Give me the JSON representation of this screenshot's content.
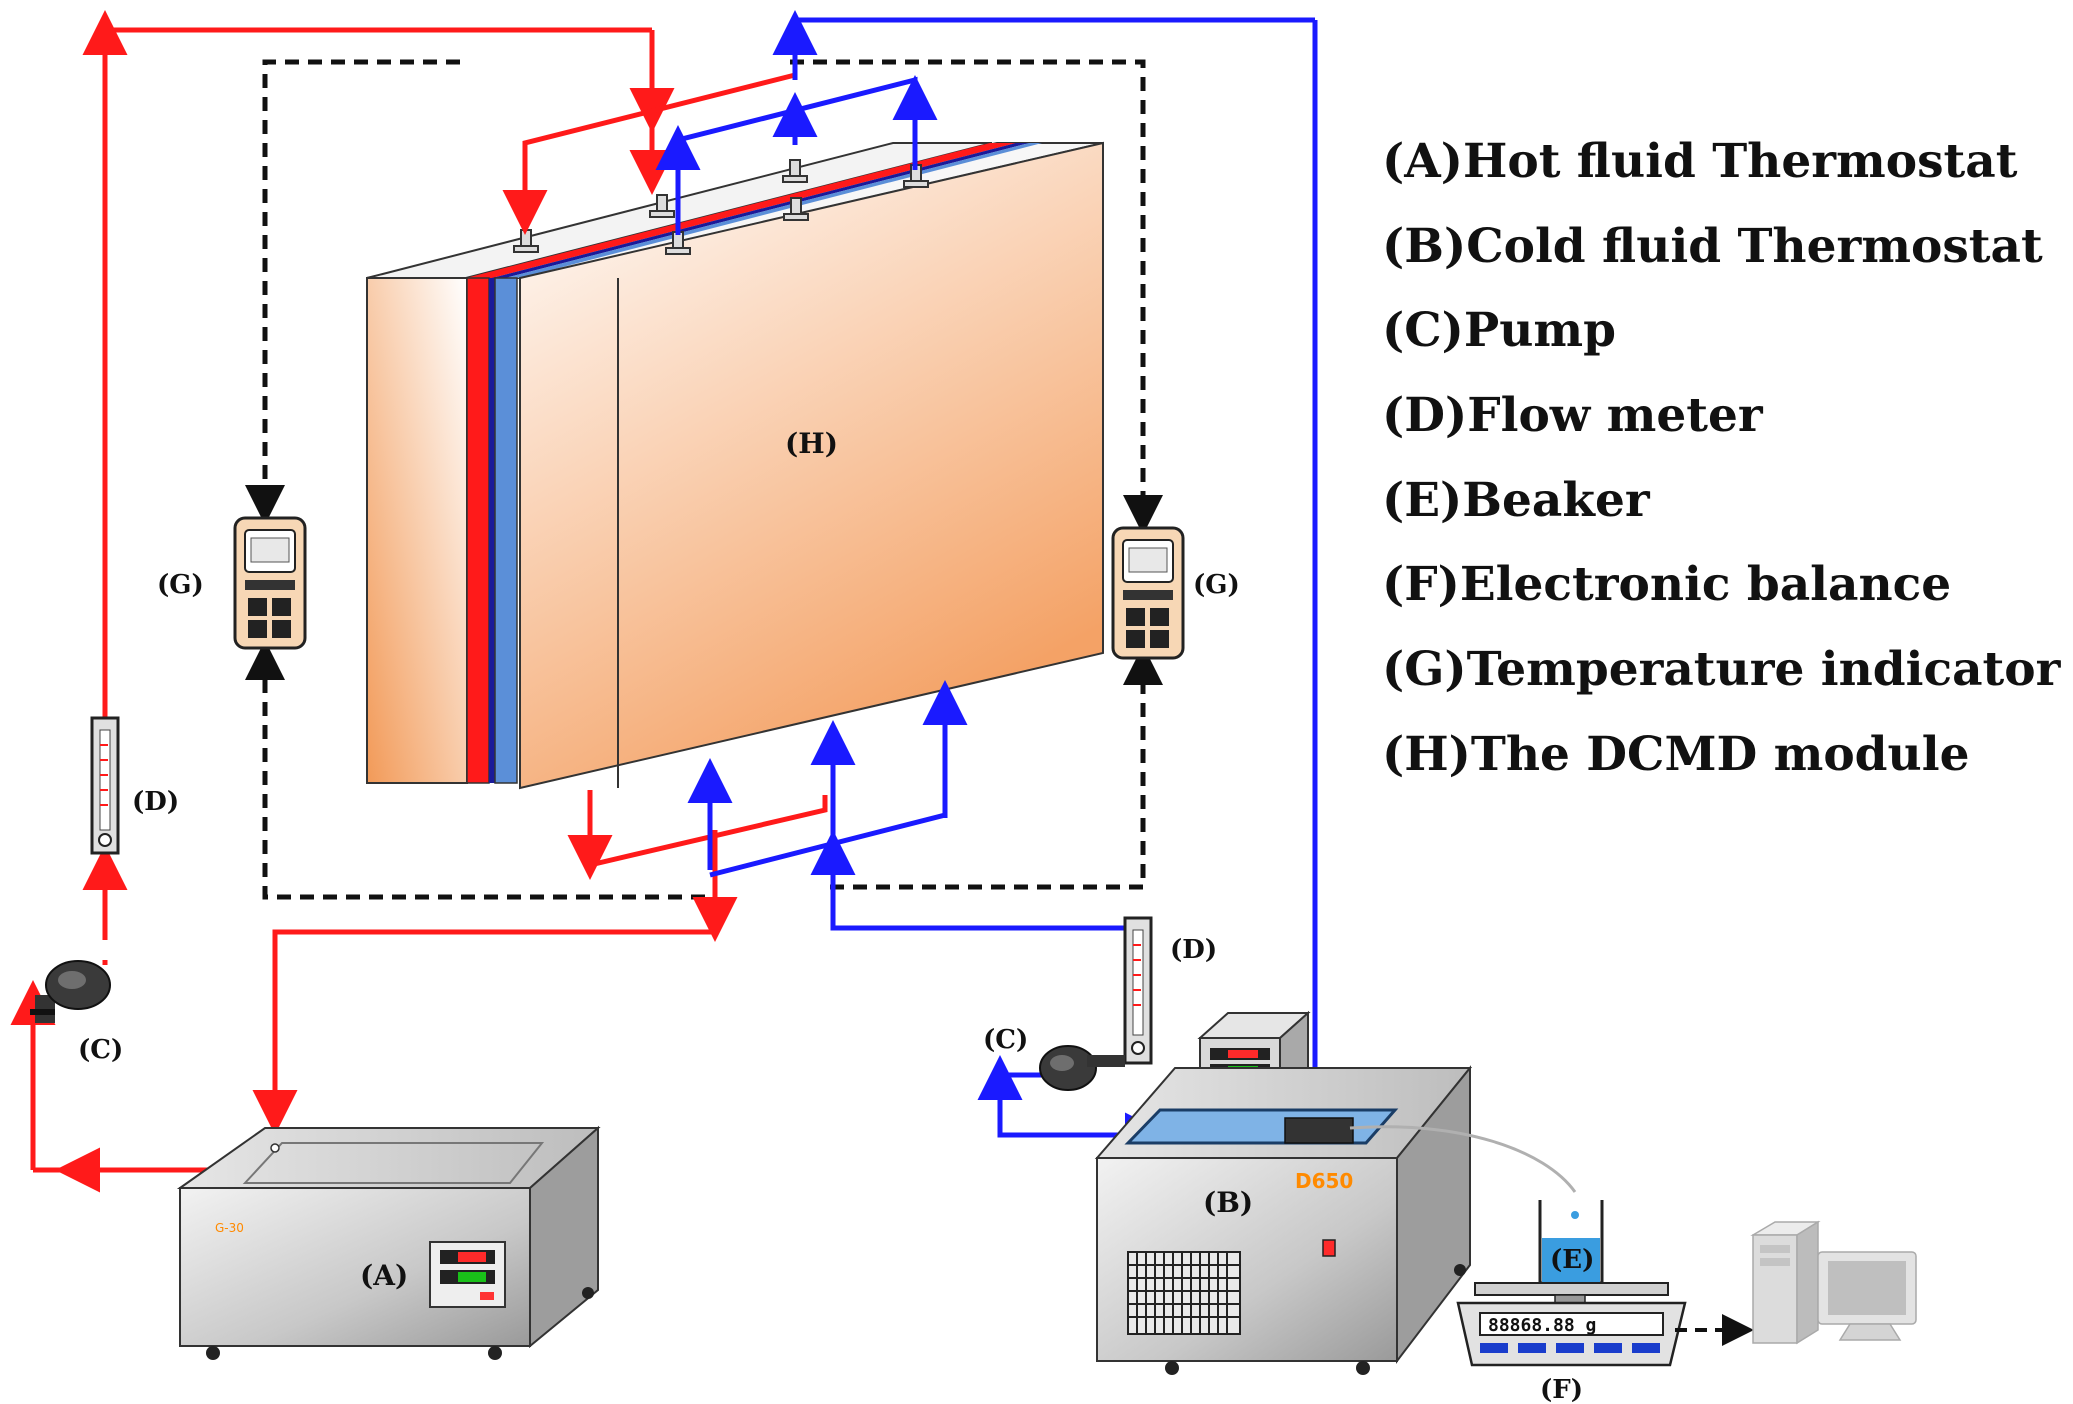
{
  "labels": {
    "module": "(H)",
    "indicator_left": "(G)",
    "indicator_right": "(G)",
    "flowmeter_left": "(D)",
    "flowmeter_right": "(D)",
    "pump_left": "(C)",
    "pump_right": "(C)",
    "hot_thermostat": "(A)",
    "cold_thermostat": "(B)",
    "beaker": "(E)",
    "balance": "(F)",
    "hot_model": "G-30",
    "cold_model": "D650",
    "balance_readout": "88868.88 g"
  },
  "legend": [
    "(A)Hot fluid Thermostat",
    "(B)Cold fluid Thermostat",
    "(C)Pump",
    "(D)Flow meter",
    "(E)Beaker",
    "(F)Electronic balance",
    "(G)Temperature indicator",
    "(H)The DCMD module"
  ],
  "colors": {
    "hot_line": "#ff1a1a",
    "cold_line": "#1a1aff",
    "signal_line": "#111111",
    "module_face": "#f4a266",
    "instrument": "#c9c9c9"
  }
}
